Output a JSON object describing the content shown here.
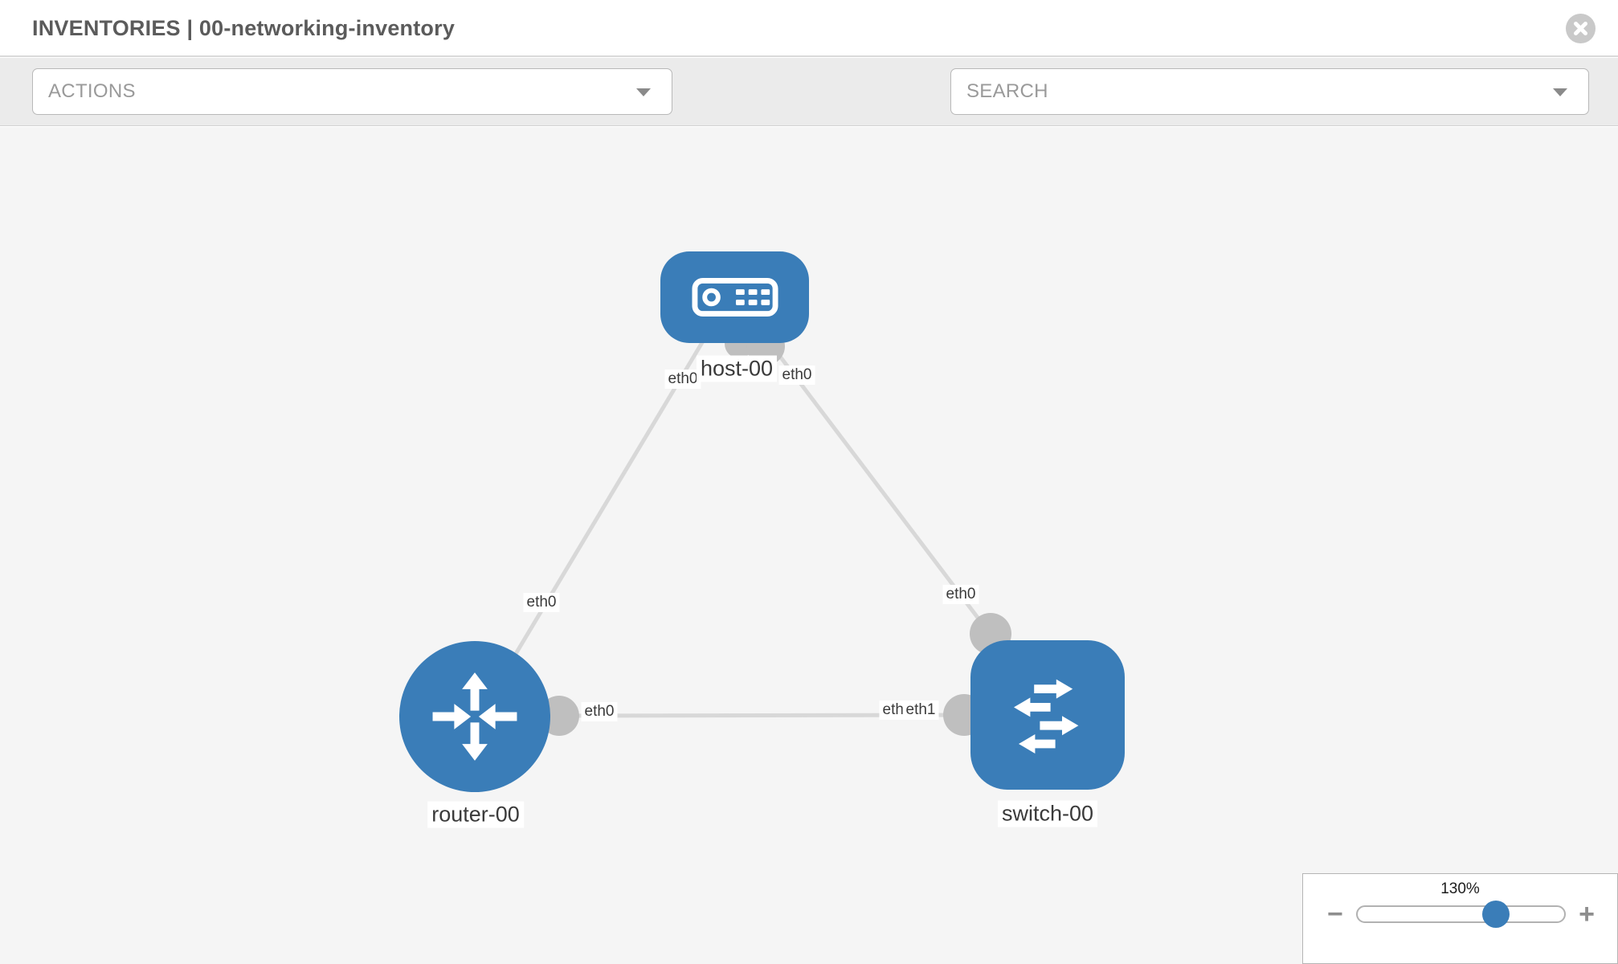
{
  "header": {
    "title": "INVENTORIES | 00-networking-inventory",
    "close_icon": "close-icon"
  },
  "toolbar": {
    "actions_label": "ACTIONS",
    "search_label": "SEARCH",
    "wrench_icon": "wrench-icon",
    "key_icon": "key-icon"
  },
  "topology": {
    "nodes": [
      {
        "id": "host-00",
        "label": "host-00",
        "type": "host"
      },
      {
        "id": "router-00",
        "label": "router-00",
        "type": "router"
      },
      {
        "id": "switch-00",
        "label": "switch-00",
        "type": "switch"
      }
    ],
    "links": [
      {
        "from": "host-00",
        "to": "router-00",
        "from_interface": "eth0",
        "to_interface": "eth0"
      },
      {
        "from": "host-00",
        "to": "switch-00",
        "from_interface": "eth0",
        "to_interface": "eth0"
      },
      {
        "from": "router-00",
        "to": "switch-00",
        "from_interface": "eth0",
        "to_interface": "eth1",
        "overlapped_labels": [
          "eth0",
          "eth1"
        ]
      }
    ]
  },
  "zoom_control": {
    "level": "130%",
    "minus_label": "−",
    "plus_label": "+"
  },
  "colors": {
    "node_blue": "#3a7db8",
    "link_gray": "#d8d8d8",
    "connector_gray": "#bfbfbf",
    "toolbar_gray": "#ebebeb",
    "canvas_gray": "#f5f5f5"
  }
}
